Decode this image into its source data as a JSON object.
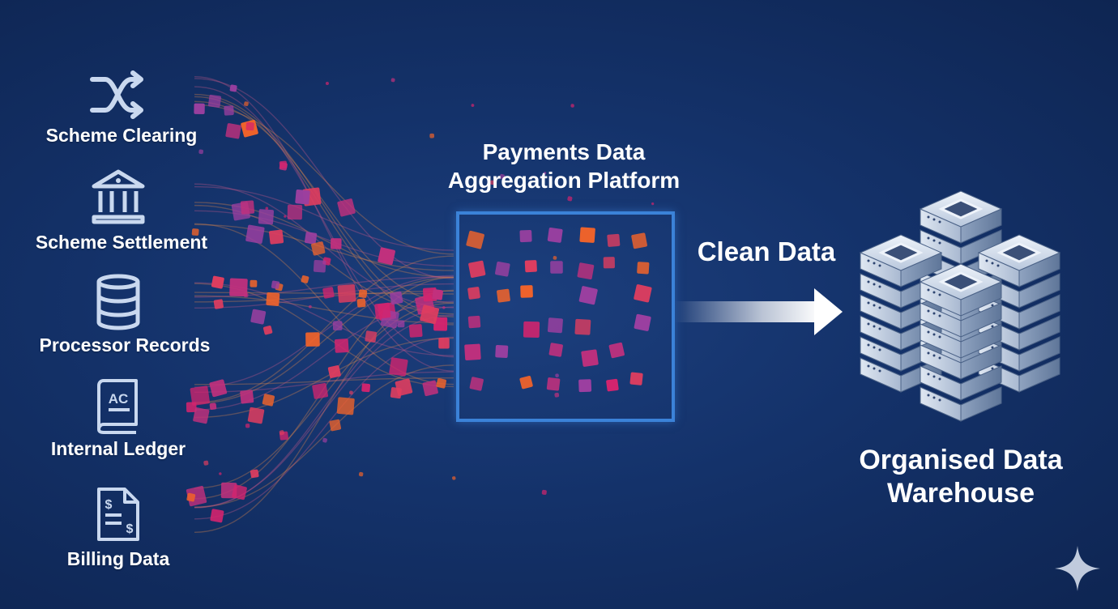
{
  "sources": [
    {
      "label": "Scheme Clearing",
      "icon": "shuffle-icon"
    },
    {
      "label": "Scheme Settlement",
      "icon": "bank-icon"
    },
    {
      "label": "Processor Records",
      "icon": "database-icon"
    },
    {
      "label": "Internal Ledger",
      "icon": "ledger-book-icon"
    },
    {
      "label": "Billing Data",
      "icon": "invoice-icon"
    }
  ],
  "ledger_icon_text": "AC",
  "platform": {
    "title_line1": "Payments Data",
    "title_line2": "Aggregation Platform"
  },
  "flow_label": "Clean Data",
  "warehouse": {
    "title_line1": "Organised Data",
    "title_line2": "Warehouse",
    "icon": "server-stack-icon"
  },
  "colors": {
    "background": "#14326a",
    "platform_border": "#3b82d8",
    "particle_magenta": "#d4246e",
    "particle_orange": "#f0632a",
    "particle_purple": "#9b3fa0",
    "text": "#ffffff",
    "icon_stroke": "#c9d8ef"
  }
}
